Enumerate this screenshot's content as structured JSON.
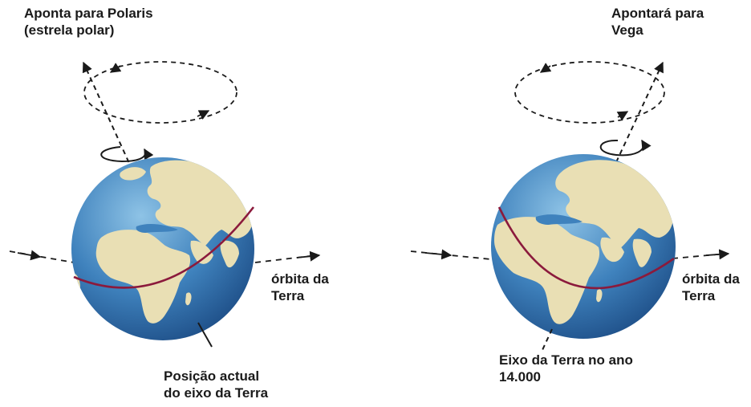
{
  "labels": {
    "left_top": {
      "line1": "Aponta para Polaris",
      "line2": "(estrela polar)"
    },
    "left_orbit": {
      "line1": "órbita da",
      "line2": "Terra"
    },
    "left_bottom": {
      "line1": "Posição actual",
      "line2": "do eixo da Terra"
    },
    "right_top": {
      "line1": "Apontará para",
      "line2": "Vega"
    },
    "right_orbit": {
      "line1": "órbita da",
      "line2": "Terra"
    },
    "right_bottom": {
      "line1": "Eixo da Terra no ano",
      "line2": "14.000"
    }
  },
  "colors": {
    "ocean_light": "#8ec3e6",
    "ocean_mid": "#3f82bd",
    "ocean_dark": "#1d4d86",
    "land": "#e9dfb4",
    "equator": "#8b1a3c",
    "line": "#1a1a1a"
  }
}
